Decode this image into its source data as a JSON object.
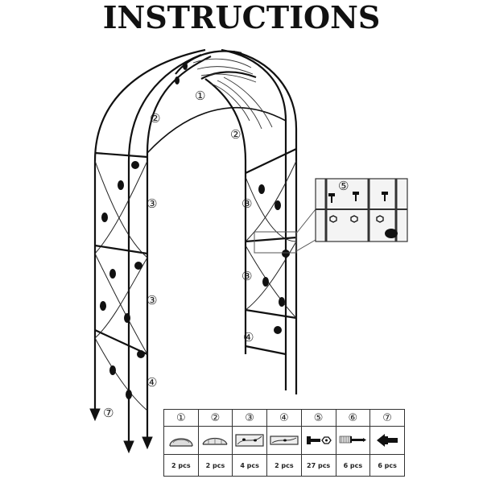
{
  "title": "INSTRUCTIONS",
  "callouts": {
    "c1": "①",
    "c2_left": "②",
    "c2_right": "②",
    "c3_left_top": "③",
    "c3_left_bottom": "③",
    "c3_right_top": "③",
    "c3_right_bottom": "③",
    "c4_left": "④",
    "c4_right": "④",
    "c5": "⑤",
    "c7": "⑦"
  },
  "parts": [
    {
      "number": "①",
      "qty": "2 pcs",
      "icon": "top-arch-piece-icon"
    },
    {
      "number": "②",
      "qty": "2 pcs",
      "icon": "arch-side-piece-icon"
    },
    {
      "number": "③",
      "qty": "4 pcs",
      "icon": "side-panel-icon"
    },
    {
      "number": "④",
      "qty": "2 pcs",
      "icon": "bottom-panel-icon"
    },
    {
      "number": "⑤",
      "qty": "27 pcs",
      "icon": "bolt-nut-icon"
    },
    {
      "number": "⑥",
      "qty": "6 pcs",
      "icon": "screw-anchor-icon"
    },
    {
      "number": "⑦",
      "qty": "6 pcs",
      "icon": "ground-stake-icon"
    }
  ]
}
